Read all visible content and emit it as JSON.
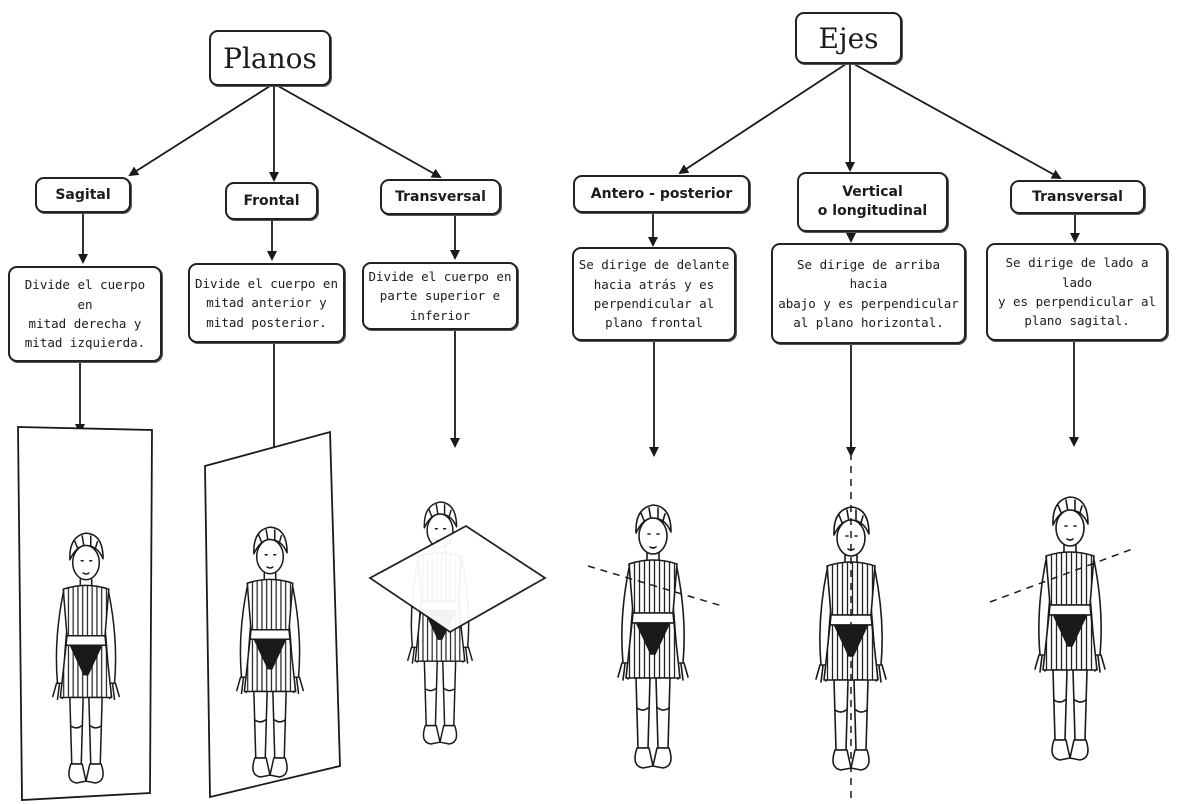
{
  "planos": {
    "title": "Planos",
    "items": [
      {
        "label": "Sagital",
        "description": "Divide el cuerpo en\nmitad derecha y\nmitad izquierda."
      },
      {
        "label": "Frontal",
        "description": "Divide el cuerpo en\nmitad anterior y\nmitad posterior."
      },
      {
        "label": "Transversal",
        "description": "Divide el cuerpo en\nparte superior e\ninferior"
      }
    ]
  },
  "ejes": {
    "title": "Ejes",
    "items": [
      {
        "label": "Antero - posterior",
        "description": "Se dirige de delante\nhacia atrás y es\nperpendicular al\nplano frontal"
      },
      {
        "label": "Vertical\no longitudinal",
        "description": "Se dirige de arriba hacia\nabajo y es perpendicular\nal plano horizontal."
      },
      {
        "label": "Transversal",
        "description": "Se dirige de lado a lado\ny es perpendicular al\nplano sagital."
      }
    ]
  },
  "colors": {
    "stroke": "#1a1a1a",
    "background": "#ffffff",
    "figure_fill": "#ffffff"
  }
}
